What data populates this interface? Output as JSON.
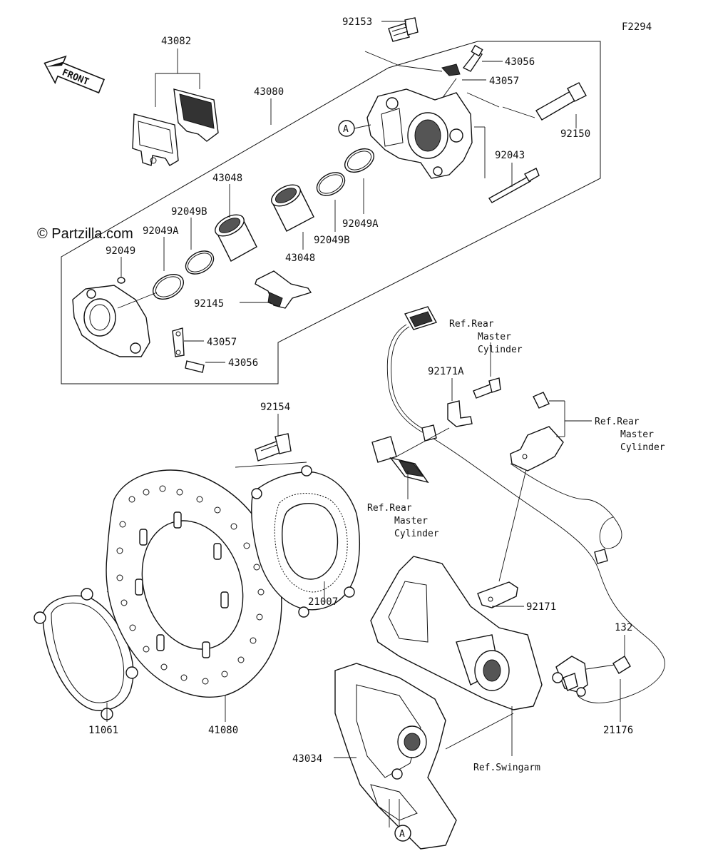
{
  "figure_code": "F2294",
  "watermark": "© Partzilla.com",
  "front_arrow": {
    "label": "FRONT",
    "icon": "front-direction-arrow-icon"
  },
  "parts": {
    "p92153": "92153",
    "p43082": "43082",
    "p43056_top": "43056",
    "p43057_top": "43057",
    "p43080": "43080",
    "p92150": "92150",
    "p92043": "92043",
    "p43048_left": "43048",
    "p92049B_left": "92049B",
    "p92049A_left": "92049A",
    "p92049": "92049",
    "p43048_right": "43048",
    "p92049B_right": "92049B",
    "p92049A_right": "92049A",
    "p92145": "92145",
    "p43057_bottom": "43057",
    "p43056_bottom": "43056",
    "p92154": "92154",
    "p92171A": "92171A",
    "p21007": "21007",
    "p92171": "92171",
    "p132": "132",
    "p11061": "11061",
    "p41080": "41080",
    "p21176": "21176",
    "p43034": "43034"
  },
  "refs": {
    "ref_master_top": [
      "Ref.Rear",
      "Master",
      "Cylinder"
    ],
    "ref_master_right": [
      "Ref.Rear",
      "Master",
      "Cylinder"
    ],
    "ref_master_left": [
      "Ref.Rear",
      "Master",
      "Cylinder"
    ],
    "ref_swingarm": "Ref.Swingarm"
  },
  "markers": {
    "a_top": "A",
    "a_bottom": "A"
  }
}
